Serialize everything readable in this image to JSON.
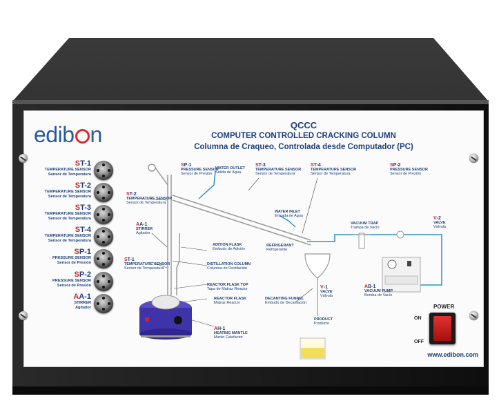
{
  "panel": {
    "brand": "edibon",
    "code": "QCCC",
    "title_en": "COMPUTER CONTROLLED CRACKING COLUMN",
    "title_es": "Columna de Craqueo, Controlada desde Computador (PC)",
    "website": "www.edibon.com"
  },
  "sensors": [
    {
      "prefix": "S",
      "code": "T-1",
      "en": "TEMPERATURE SENSOR",
      "es": "Sensor de Temperatura"
    },
    {
      "prefix": "S",
      "code": "T-2",
      "en": "TEMPERATURE SENSOR",
      "es": "Sensor de Temperatura"
    },
    {
      "prefix": "S",
      "code": "T-3",
      "en": "TEMPERATURE SENSOR",
      "es": "Sensor de Temperatura"
    },
    {
      "prefix": "S",
      "code": "T-4",
      "en": "TEMPERATURE SENSOR",
      "es": "Sensor de Temperatura"
    },
    {
      "prefix": "S",
      "code": "P-1",
      "en": "PRESSURE SENSOR",
      "es": "Sensor de Presión"
    },
    {
      "prefix": "S",
      "code": "P-2",
      "en": "PRESSURE SENSOR",
      "es": "Sensor de Presión"
    },
    {
      "prefix": "A",
      "code": "A-1",
      "en": "STIRRER",
      "es": "Agitador"
    }
  ],
  "diagram": {
    "sp1": {
      "prefix": "S",
      "code": "P-1",
      "en": "PRESSURE SENSOR",
      "es": "Sensor de Presión"
    },
    "water_outlet": {
      "en": "WATER OUTLET",
      "es": "Salida de Agua"
    },
    "st3": {
      "prefix": "S",
      "code": "T-3",
      "en": "TEMPERATURE SENSOR",
      "es": "Sensor de Temperatura"
    },
    "st4": {
      "prefix": "S",
      "code": "T-4",
      "en": "TEMPERATURE SENSOR",
      "es": "Sensor de Temperatura"
    },
    "sp2": {
      "prefix": "S",
      "code": "P-2",
      "en": "PRESSURE SENSOR",
      "es": "Sensor de Presión"
    },
    "st2": {
      "prefix": "S",
      "code": "T-2",
      "en": "TEMPERATURE SENSOR",
      "es": "Sensor de Temperatura"
    },
    "water_inlet": {
      "en": "WATER INLET",
      "es": "Entrada de Agua"
    },
    "aa1": {
      "prefix": "A",
      "code": "A-1",
      "en": "STIRRER",
      "es": "Agitador"
    },
    "vacuum_trap": {
      "en": "VACUUM TRAP",
      "es": "Trampa de Vacío"
    },
    "v2": {
      "prefix": "V",
      "code": "-2",
      "en": "VALVE",
      "es": "Válvula"
    },
    "adition_flask": {
      "en": "ADITION FLASK",
      "es": "Embudo de Adición"
    },
    "refrigerant": {
      "en": "REFRIGERANT",
      "es": "Refrigerante"
    },
    "st1": {
      "prefix": "S",
      "code": "T-1",
      "en": "TEMPERATURE SENSOR",
      "es": "Sensor de Temperatura"
    },
    "distillation_column": {
      "en": "DISTILLATION COLUMN",
      "es": "Columna de Destilación"
    },
    "reactor_flask_top": {
      "en": "REACTOR FLASK TOP",
      "es": "Tapa de Matraz Reactor"
    },
    "reactor_flask": {
      "en": "REACTOR FLASK",
      "es": "Matraz Reactor"
    },
    "ab1": {
      "prefix": "A",
      "code": "B-1",
      "en": "VACUUM PUMP",
      "es": "Bomba de Vacío"
    },
    "v1": {
      "prefix": "V",
      "code": "-1",
      "en": "VALVE",
      "es": "Válvula"
    },
    "decanting_funnel": {
      "en": "DECANTING FUNNEL",
      "es": "Embudo de Decantación"
    },
    "product": {
      "en": "PRODUCT",
      "es": "Producto"
    },
    "ah1": {
      "prefix": "A",
      "code": "H-1",
      "en": "HEATING MANTLE",
      "es": "Manto Calefactor"
    }
  },
  "power": {
    "label": "POWER",
    "on": "ON",
    "off": "OFF"
  },
  "colors": {
    "brand_blue": "#2a5a9c",
    "code_red": "#c8262b",
    "label_navy": "#1c3f7a",
    "water_line": "#2a8fd0",
    "cabinet": "#1e1e1e",
    "switch_red": "#d42020"
  }
}
